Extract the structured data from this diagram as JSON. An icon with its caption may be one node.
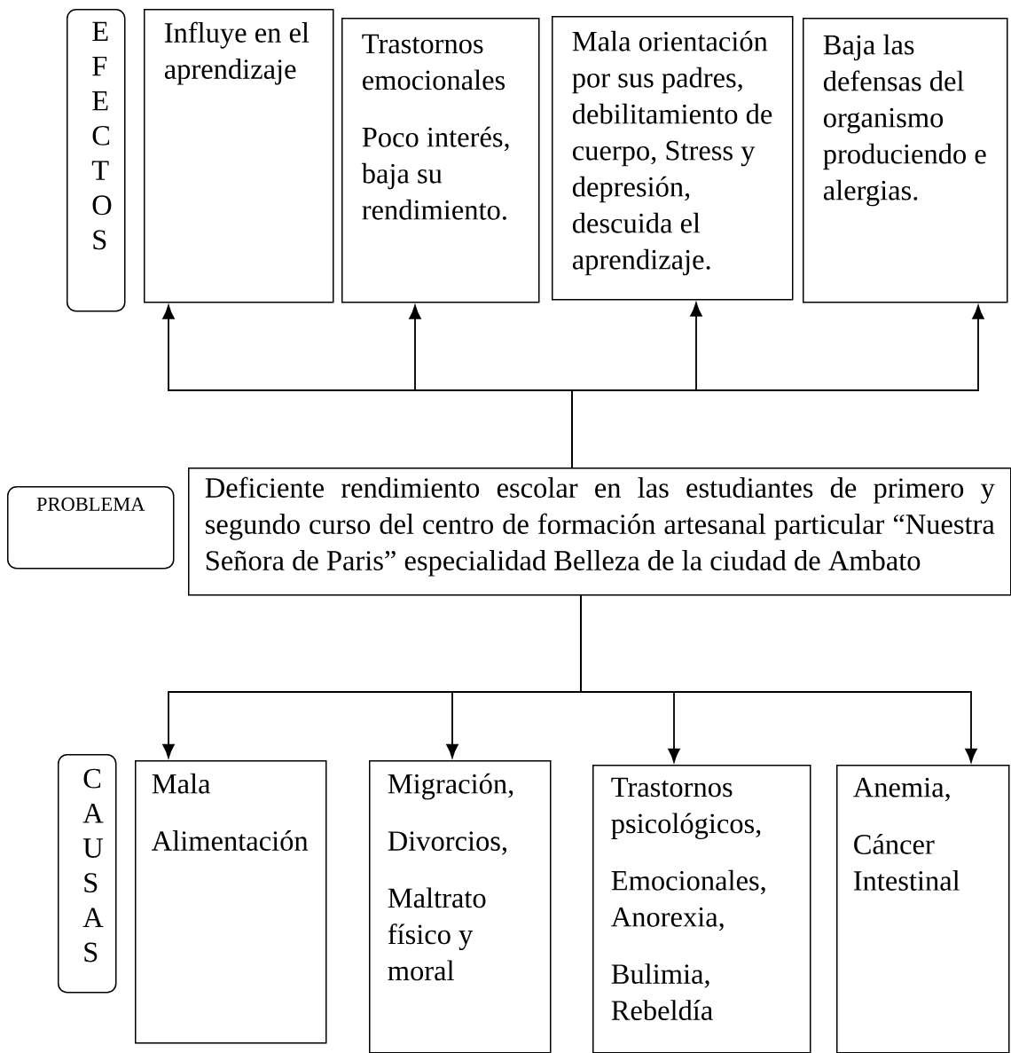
{
  "diagram": {
    "nodes": [
      {
        "text": [
          "E F E C T O S"
        ]
      },
      {
        "text": [
          "Influye  en el aprendizaje"
        ]
      },
      {
        "text": [
          "Trastornos emocionales",
          "Poco interés, baja su rendimiento."
        ]
      },
      {
        "text": [
          "Mala orientación por sus padres, debilitamiento de cuerpo, Stress  y depresión, descuida el aprendizaje."
        ]
      },
      {
        "text": [
          "Baja las defensas del organismo produciendo e alergias."
        ]
      },
      {
        "text": [
          "PROBLEMA"
        ]
      },
      {
        "text": [
          "Deficiente rendimiento escolar en  las estudiantes de primero y segundo curso del centro de formación artesanal particular “Nuestra Señora de Paris” especialidad Belleza de la ciudad de Ambato"
        ]
      },
      {
        "text": [
          "C A U S A S"
        ]
      },
      {
        "text": [
          "Mala",
          "Alimentación"
        ]
      },
      {
        "text": [
          "Migración,",
          "Divorcios,",
          "Maltrato físico y moral"
        ]
      },
      {
        "text": [
          "Trastornos psicológicos,",
          "Emocionales, Anorexia,",
          "Bulimia, Rebeldía"
        ]
      },
      {
        "text": [
          "Anemia,",
          "Cáncer Intestinal"
        ]
      }
    ],
    "edges": [
      {
        "from": 6,
        "to": 1,
        "arrow": "to"
      },
      {
        "from": 6,
        "to": 2,
        "arrow": "to"
      },
      {
        "from": 6,
        "to": 3,
        "arrow": "to"
      },
      {
        "from": 6,
        "to": 4,
        "arrow": "to"
      },
      {
        "from": 6,
        "to": 8,
        "arrow": "to"
      },
      {
        "from": 6,
        "to": 9,
        "arrow": "to"
      },
      {
        "from": 6,
        "to": 10,
        "arrow": "to"
      },
      {
        "from": 6,
        "to": 11,
        "arrow": "to"
      }
    ]
  }
}
